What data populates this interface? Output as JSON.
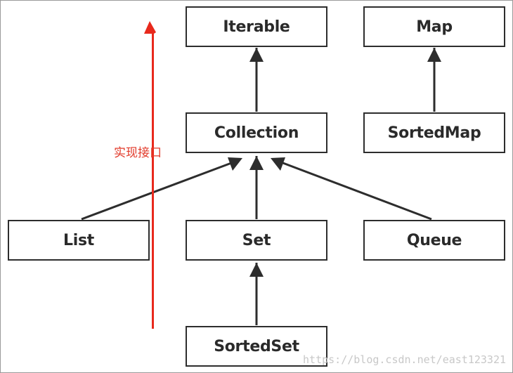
{
  "nodes": {
    "iterable": "Iterable",
    "map": "Map",
    "collection": "Collection",
    "sorted_map": "SortedMap",
    "list": "List",
    "set": "Set",
    "queue": "Queue",
    "sorted_set": "SortedSet"
  },
  "annotation": "实现接口",
  "watermark": "https://blog.csdn.net/east123321",
  "colors": {
    "arrow": "#2d2d2d",
    "red_arrow": "#e8291c",
    "annotation_text": "#e23a2a"
  }
}
